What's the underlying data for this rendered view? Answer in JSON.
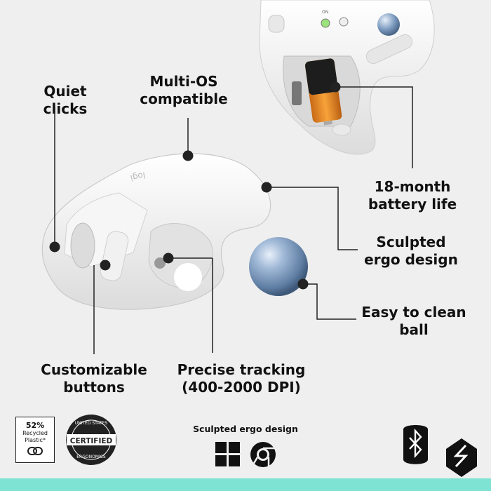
{
  "features": {
    "quiet_clicks": [
      "Quiet clicks"
    ],
    "multi_os": [
      "Multi-OS",
      "compatible"
    ],
    "battery": [
      "18-month",
      "battery life"
    ],
    "sculpted": [
      "Sculpted",
      "ergo design"
    ],
    "easy_clean": [
      "Easy to clean",
      "ball"
    ],
    "customizable": [
      "Customizable",
      "buttons"
    ],
    "tracking": [
      "Precise tracking",
      "(400-2000 DPI)"
    ]
  },
  "mouse": {
    "logo_text": "logi",
    "switch_on_label": "ON"
  },
  "badges": {
    "recycled": {
      "percent": "52%",
      "line1": "Recycled",
      "line2": "Plastic*"
    },
    "certified": {
      "top": "UNITED STATES",
      "middle": "CERTIFIED",
      "bottom": "ERGONOMICS"
    }
  },
  "os_caption": "Sculpted ergo design",
  "colors": {
    "accent_bar": "#7fe3d3",
    "background": "#efefef",
    "ball": "#8aa7c9"
  }
}
